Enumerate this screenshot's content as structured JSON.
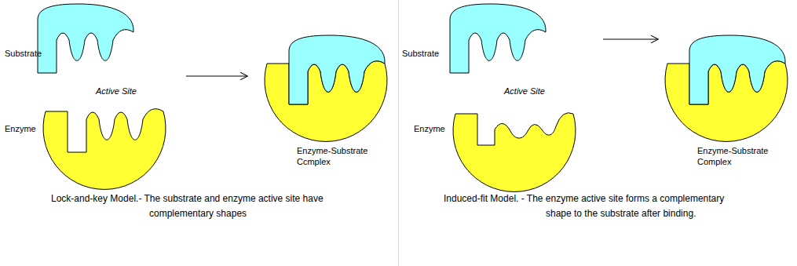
{
  "diagram": {
    "labels": [
      "Substrate",
      "Active Site",
      "Enzyme",
      "Enzyme-Substrate Ccmplex",
      "Lock-and-key Model.- The substrate and enzyme active site have complementary shapes",
      "Substrate",
      "Active Site",
      "Enzyme",
      "Enzyme-Substrate Complex",
      "Induced-fit Model. - The enzyme active site forms a complementary shape to the substrate after binding."
    ]
  }
}
